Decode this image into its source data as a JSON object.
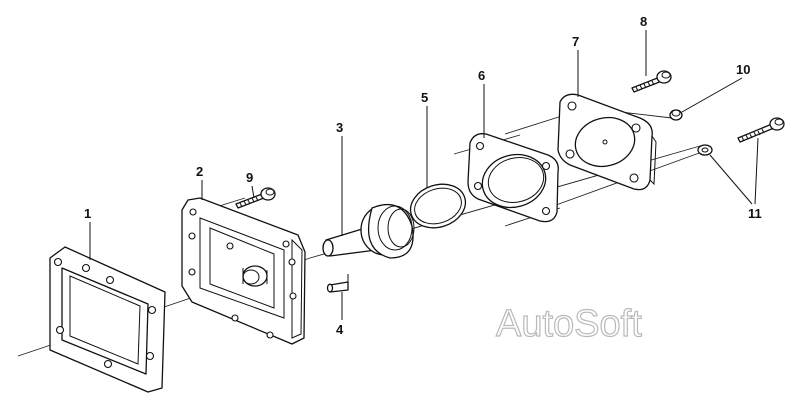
{
  "diagram": {
    "callouts": [
      "1",
      "2",
      "3",
      "4",
      "5",
      "6",
      "7",
      "8",
      "9",
      "10",
      "11"
    ],
    "watermark": "AutoSoft",
    "colors": {
      "line": "#111111",
      "background": "#ffffff",
      "watermark_outline": "#b9b9b9"
    }
  }
}
